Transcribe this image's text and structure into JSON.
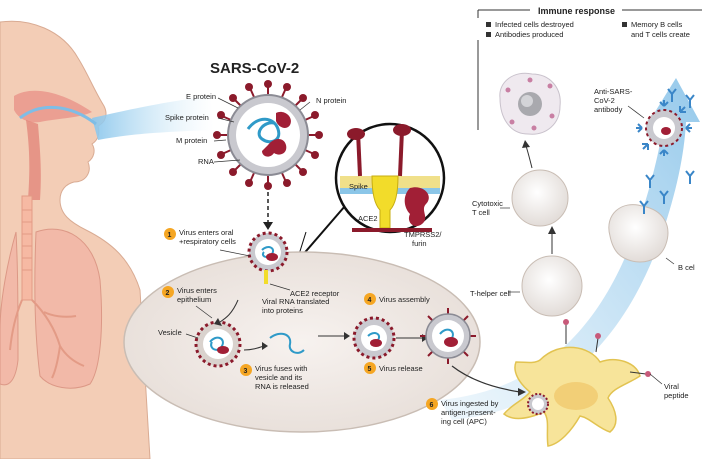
{
  "title": "SARS-CoV-2",
  "virion_labels": {
    "e_protein": "E protein",
    "spike_protein": "Spike protein",
    "m_protein": "M protein",
    "rna": "RNA",
    "n_protein": "N protein"
  },
  "inset_labels": {
    "spike": "Spike",
    "ace2": "ACE2",
    "tmprss2_line1": "TMPRSS2/",
    "tmprss2_line2": "furin"
  },
  "steps": [
    {
      "num": "1",
      "line1": "Virus enters oral",
      "line2": "+respiratory cells"
    },
    {
      "num": "2",
      "line1": "Virus enters",
      "line2": "epithelium"
    },
    {
      "num": "3",
      "line1": "Virus fuses with",
      "line2": "vesicle and its",
      "line3": "RNA is released"
    },
    {
      "num": "4",
      "line1": "Virus assembly"
    },
    {
      "num": "5",
      "line1": "Virus release"
    },
    {
      "num": "6",
      "line1": "Virus ingested by",
      "line2": "antigen-present-",
      "line3": "ing cell (APC)"
    }
  ],
  "cell_labels": {
    "ace2_receptor": "ACE2 receptor",
    "vesicle": "Vesicle",
    "viral_rna_line1": "Viral RNA translated",
    "viral_rna_line2": "into proteins",
    "cytotoxic_line1": "Cytotoxic",
    "cytotoxic_line2": "T cell",
    "thelper": "T-helper cell",
    "bcell": "B cel",
    "antibody_line1": "Anti-SARS-",
    "antibody_line2": "CoV-2",
    "antibody_line3": "antibody",
    "viral_peptide_line1": "Viral",
    "viral_peptide_line2": "peptide"
  },
  "immune_response": {
    "header": "Immune response",
    "left_item1": "Infected cells destroyed",
    "left_item2": "Antibodies produced",
    "right_item1": "Memory B cells",
    "right_item2": "and T cells create"
  },
  "colors": {
    "virus_red": "#8b1a2b",
    "virus_membrane": "#c9c9cf",
    "spike_yellow": "#f2dc2a",
    "skin": "#f3cdb6",
    "lung": "#f2b9a8",
    "cell_body": "#ebe6e2",
    "arrow_blue": "#a9d3ee",
    "apc_yellow": "#f7e49a"
  }
}
